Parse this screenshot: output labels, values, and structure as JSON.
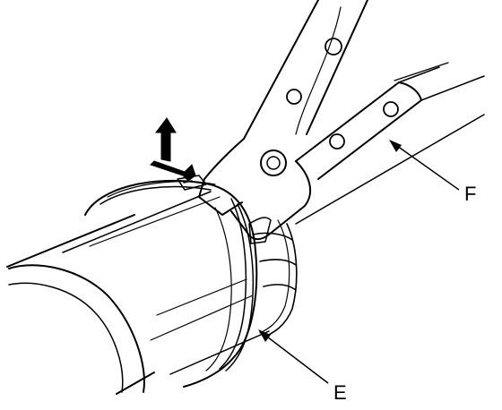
{
  "figure": {
    "callouts": [
      {
        "id": "clamp",
        "letter": "E"
      },
      {
        "id": "pliers",
        "letter": "F"
      }
    ],
    "colors": {
      "ink": "#000000",
      "paper": "#ffffff"
    }
  }
}
